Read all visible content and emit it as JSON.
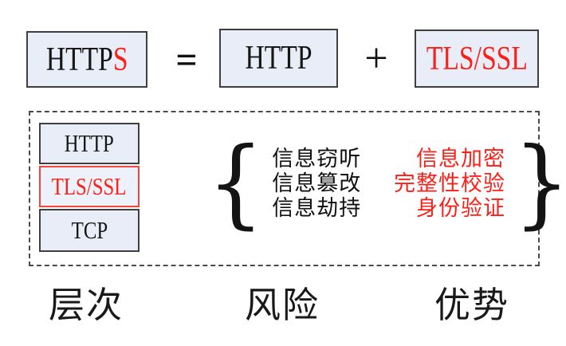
{
  "equation": {
    "https_prefix": "HTTP",
    "https_suffix": "S",
    "equals_sign": "=",
    "http_label": "HTTP",
    "plus_sign": "+",
    "tls_label": "TLS/SSL"
  },
  "layer_stack": {
    "layers": [
      {
        "label": "HTTP",
        "variant": "default"
      },
      {
        "label": "TLS/SSL",
        "variant": "highlight"
      },
      {
        "label": "TCP",
        "variant": "default"
      }
    ]
  },
  "risks": {
    "brace": "{",
    "items": [
      "信息窃听",
      "信息篡改",
      "信息劫持"
    ]
  },
  "advantages": {
    "brace": "}",
    "items": [
      "信息加密",
      "完整性校验",
      "身份验证"
    ]
  },
  "captions": {
    "layers": "层次",
    "risks": "风险",
    "advantages": "优势"
  },
  "colors": {
    "box_fill": "#e8edf7",
    "box_border": "#3f3f3f",
    "accent_red": "#fb1f18",
    "text_black": "#161616",
    "dashed_border": "#4a4a4a"
  }
}
